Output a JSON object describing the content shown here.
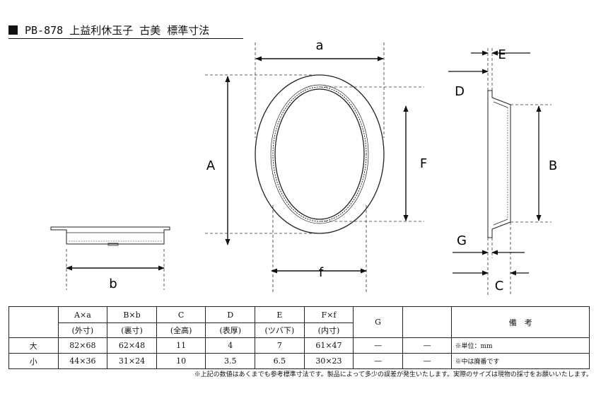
{
  "title": "PB-878 上益利休玉子 古美 標準寸法",
  "labels": {
    "a": "a",
    "A": "A",
    "F": "F",
    "f": "f",
    "b": "b",
    "B": "B",
    "E": "E",
    "D": "D",
    "G": "G",
    "C": "C"
  },
  "table": {
    "headers": [
      {
        "main": "",
        "sub": ""
      },
      {
        "main": "A×a",
        "sub": "(外寸)"
      },
      {
        "main": "B×b",
        "sub": "(裏寸)"
      },
      {
        "main": "C",
        "sub": "(全高)"
      },
      {
        "main": "D",
        "sub": "(表厚)"
      },
      {
        "main": "E",
        "sub": "(ツバ下)"
      },
      {
        "main": "F×f",
        "sub": "(内寸)"
      },
      {
        "main": "G",
        "sub": ""
      },
      {
        "main": "",
        "sub": ""
      },
      {
        "main": "備　考",
        "sub": ""
      }
    ],
    "rows": [
      {
        "size": "大",
        "cells": [
          "82×68",
          "62×48",
          "11",
          "4",
          "7",
          "61×47",
          "—",
          "—"
        ],
        "note": "※単位：mm"
      },
      {
        "size": "小",
        "cells": [
          "44×36",
          "31×24",
          "10",
          "3.5",
          "6.5",
          "30×23",
          "—",
          "—"
        ],
        "note": "※中は廃番です"
      }
    ]
  },
  "footnote": "※上記の数値はあくまでも参考標準寸法です。製品によって多少の誤差が発生いたします。実際のサイズは現物の採寸をお願いいたします。"
}
